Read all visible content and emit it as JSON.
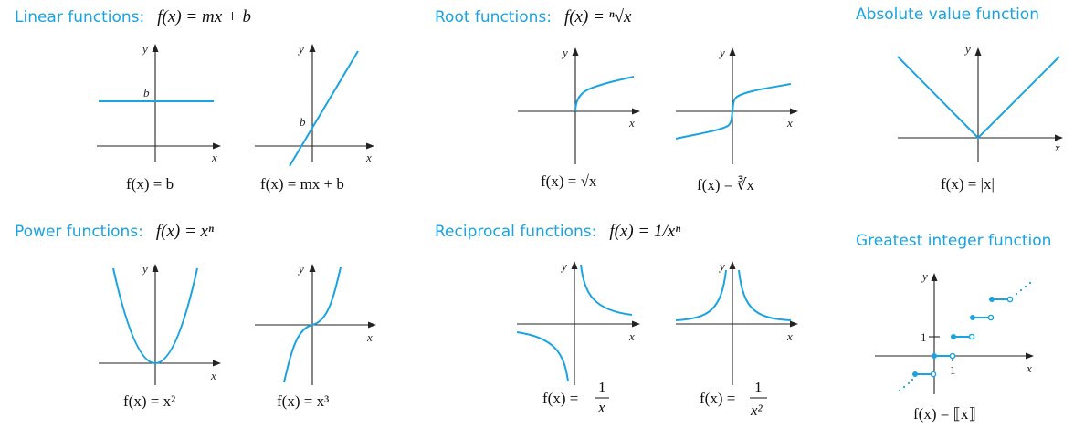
{
  "sections": {
    "linear": {
      "title": "Linear functions:",
      "formula": "f(x) = mx + b"
    },
    "root": {
      "title": "Root functions:",
      "formula": "f(x) = ⁿ√x"
    },
    "absolute": {
      "title": "Absolute value function"
    },
    "power": {
      "title": "Power functions:",
      "formula": "f(x) = xⁿ"
    },
    "reciprocal": {
      "title": "Reciprocal functions:",
      "formula": "f(x) = 1/xⁿ"
    },
    "greatest": {
      "title": "Greatest integer function"
    }
  },
  "axis_labels": {
    "x": "x",
    "y": "y"
  },
  "graphs": [
    {
      "id": "constant",
      "caption": "f(x) = b",
      "label": "b"
    },
    {
      "id": "linear",
      "caption": "f(x) = mx + b",
      "label": "b"
    },
    {
      "id": "sqrt",
      "caption": "f(x) = √x"
    },
    {
      "id": "cbrt",
      "caption": "f(x) = ∛x"
    },
    {
      "id": "abs",
      "caption": "f(x) = |x|"
    },
    {
      "id": "square",
      "caption": "f(x) = x²"
    },
    {
      "id": "cube",
      "caption": "f(x) = x³"
    },
    {
      "id": "recip",
      "caption": "f(x) = 1/x",
      "caption_lhs": "f(x) =",
      "numerator": "1",
      "denominator": "x"
    },
    {
      "id": "recip2",
      "caption": "f(x) = 1/x²",
      "caption_lhs": "f(x) =",
      "numerator": "1",
      "denominator": "x²"
    },
    {
      "id": "floor",
      "caption": "f(x) = ⟦x⟧",
      "tick_x": "1",
      "tick_y": "1"
    }
  ],
  "colors": {
    "curve": "#1aa3e0",
    "axis": "#222222",
    "title": "#1aa3e0"
  }
}
